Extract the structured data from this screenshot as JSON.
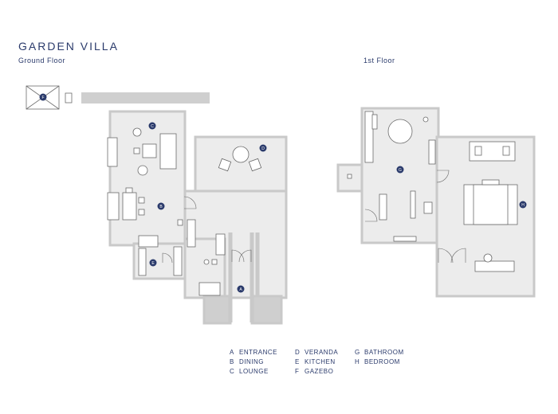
{
  "title": "GARDEN VILLA",
  "floors": [
    {
      "label": "Ground Floor"
    },
    {
      "label": "1st Floor"
    }
  ],
  "room_markers": [
    "A",
    "B",
    "C",
    "D",
    "E",
    "F",
    "G",
    "H"
  ],
  "legend": [
    {
      "key": "A",
      "name": "ENTRANCE"
    },
    {
      "key": "D",
      "name": "VERANDA"
    },
    {
      "key": "G",
      "name": "BATHROOM"
    },
    {
      "key": "B",
      "name": "DINING"
    },
    {
      "key": "E",
      "name": "KITCHEN"
    },
    {
      "key": "H",
      "name": "BEDROOM"
    },
    {
      "key": "C",
      "name": "LOUNGE"
    },
    {
      "key": "F",
      "name": "GAZEBO"
    }
  ],
  "colors": {
    "accent": "#2a3a6b",
    "floor_fill": "#ececec",
    "wall": "#c9c9c9",
    "furniture": "#ffffff",
    "line": "#6b6b6b"
  }
}
